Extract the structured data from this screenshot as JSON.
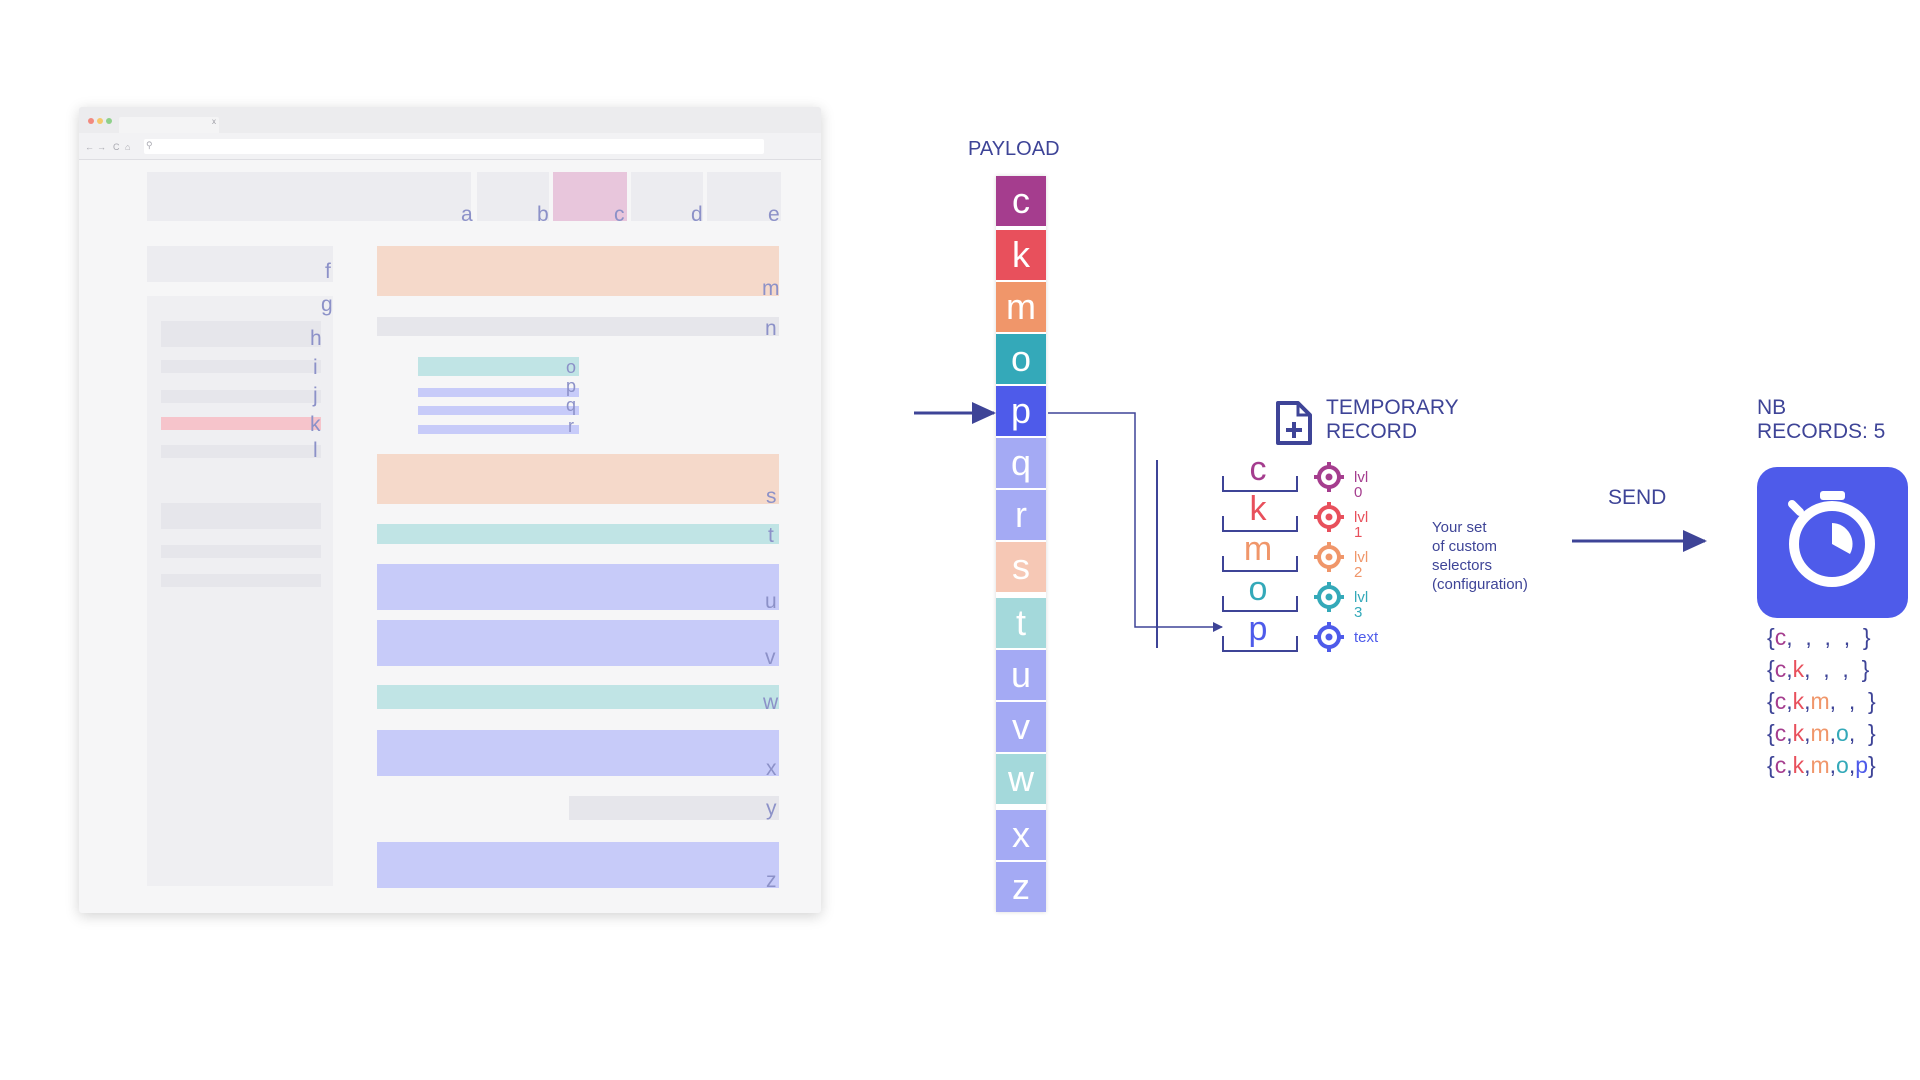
{
  "browser": {
    "tab_close": "x",
    "nav_icons": [
      "back-arrow-icon",
      "forward-arrow-icon",
      "reload-icon",
      "home-icon",
      "search-icon"
    ],
    "nav_labels": [
      "←",
      "→",
      "C",
      "⌂",
      "⚲"
    ],
    "labels": {
      "a": "a",
      "b": "b",
      "c": "c",
      "d": "d",
      "e": "e",
      "f": "f",
      "g": "g",
      "h": "h",
      "i": "i",
      "j": "j",
      "k": "k",
      "l": "l",
      "m": "m",
      "n": "n",
      "o": "o",
      "p": "p",
      "q": "q",
      "r": "r",
      "s": "s",
      "t": "t",
      "u": "u",
      "v": "v",
      "w": "w",
      "x": "x",
      "y": "y",
      "z": "z"
    }
  },
  "payload": {
    "title": "PAYLOAD",
    "cells": [
      {
        "label": "c",
        "color": "#a53d8e"
      },
      {
        "label": "k",
        "color": "#e8505c"
      },
      {
        "label": "m",
        "color": "#f0966a"
      },
      {
        "label": "o",
        "color": "#34a9b9"
      },
      {
        "label": "p",
        "color": "#4e5bea"
      },
      {
        "label": "q",
        "color": "#a4aaf4"
      },
      {
        "label": "r",
        "color": "#a4aaf4"
      },
      {
        "label": "s",
        "color": "#f6c8b5"
      },
      {
        "label": "t",
        "color": "#a4d9db"
      },
      {
        "label": "u",
        "color": "#a4aaf4"
      },
      {
        "label": "v",
        "color": "#a4aaf4"
      },
      {
        "label": "w",
        "color": "#a4d9db"
      },
      {
        "label": "x",
        "color": "#a4aaf4"
      },
      {
        "label": "z",
        "color": "#a4aaf4"
      }
    ]
  },
  "temp_record": {
    "title_line1": "TEMPORARY",
    "title_line2": "RECORD",
    "rows": [
      {
        "letter": "c",
        "level": "lvl 0",
        "color": "#a53d8e"
      },
      {
        "letter": "k",
        "level": "lvl 1",
        "color": "#e8505c"
      },
      {
        "letter": "m",
        "level": "lvl 2",
        "color": "#f0966a"
      },
      {
        "letter": "o",
        "level": "lvl 3",
        "color": "#34a9b9"
      },
      {
        "letter": "p",
        "level": "text",
        "color": "#4e5bea"
      }
    ],
    "selectors_note": [
      "Your set",
      "of custom",
      "selectors",
      "(configuration)"
    ]
  },
  "send": {
    "label": "SEND"
  },
  "nb_records": {
    "line1": "NB",
    "line2": "RECORDS: 5",
    "icon": "stopwatch-icon",
    "icon_color": "#4e5bea",
    "records": [
      [
        "c",
        "",
        "",
        "",
        ""
      ],
      [
        "c",
        "k",
        "",
        "",
        ""
      ],
      [
        "c",
        "k",
        "m",
        "",
        ""
      ],
      [
        "c",
        "k",
        "m",
        "o",
        ""
      ],
      [
        "c",
        "k",
        "m",
        "o",
        "p"
      ]
    ]
  },
  "colors": {
    "ink": "#3e4497",
    "c": "#a53d8e",
    "k": "#e8505c",
    "m": "#f0966a",
    "o": "#34a9b9",
    "p": "#4e5bea"
  }
}
